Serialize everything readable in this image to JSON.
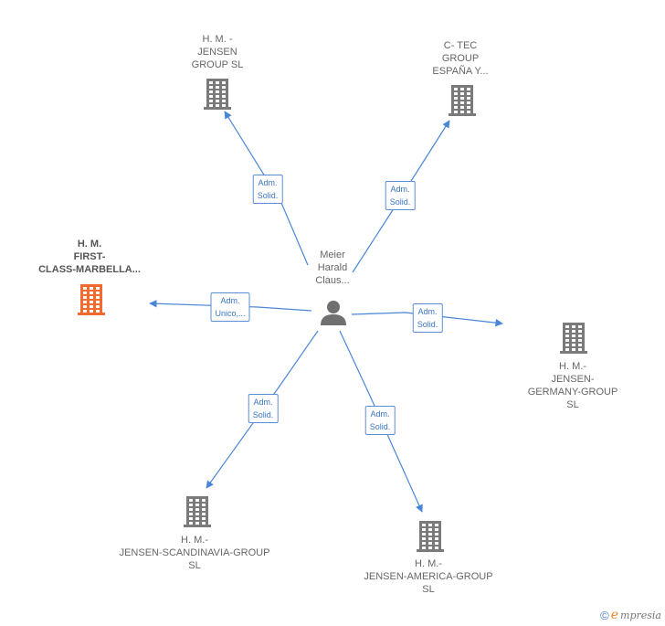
{
  "center": {
    "name": "Meier\nHarald\nClaus..."
  },
  "companies": [
    {
      "id": "jensen-group",
      "name": "H. M. -\nJENSEN\nGROUP  SL",
      "highlight": false
    },
    {
      "id": "ctec",
      "name": "C- TEC\nGROUP\nESPAÑA Y...",
      "highlight": false
    },
    {
      "id": "first-class",
      "name": "H. M.\nFIRST-\nCLASS-MARBELLA...",
      "highlight": true
    },
    {
      "id": "germany",
      "name": "H. M.-\nJENSEN-GERMANY-GROUP\nSL",
      "highlight": false
    },
    {
      "id": "scandinavia",
      "name": "H. M.-\nJENSEN-SCANDINAVIA-GROUP\nSL",
      "highlight": false
    },
    {
      "id": "america",
      "name": "H. M.-\nJENSEN-AMERICA-GROUP\nSL",
      "highlight": false
    }
  ],
  "edges": [
    {
      "to": "jensen-group",
      "label": "Adm.\nSolid."
    },
    {
      "to": "ctec",
      "label": "Adm.\nSolid."
    },
    {
      "to": "first-class",
      "label": "Adm.\nUnico,..."
    },
    {
      "to": "germany",
      "label": "Adm.\nSolid."
    },
    {
      "to": "scandinavia",
      "label": "Adm.\nSolid."
    },
    {
      "to": "america",
      "label": "Adm.\nSolid."
    }
  ],
  "colors": {
    "edge": "#4a86d8",
    "building": "#7a7a7a",
    "highlight": "#f26b2e",
    "person": "#707070"
  },
  "icons": {
    "company": "building-icon",
    "person": "person-icon"
  },
  "footer": {
    "symbol": "©",
    "brand_initial": "e",
    "brand_rest": "mpresia"
  }
}
